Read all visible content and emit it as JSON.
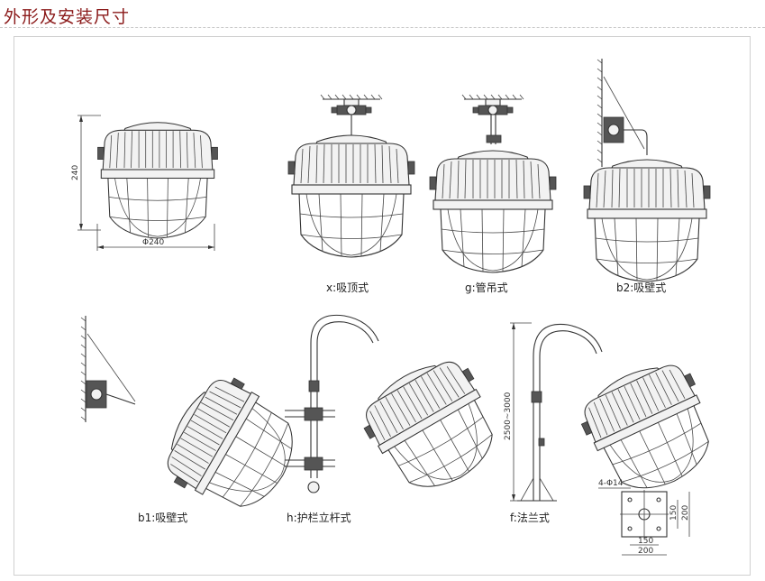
{
  "title": "外形及安装尺寸",
  "dimensions": {
    "height_label": "240",
    "diameter_label": "Φ240",
    "pole_height_label": "2500~3000",
    "flange_hole_label": "4-Φ14",
    "flange_inner_label": "150",
    "flange_outer_label": "200",
    "flange_inner_v_label": "150",
    "flange_outer_v_label": "200"
  },
  "captions": {
    "x": "x:吸顶式",
    "g": "g:管吊式",
    "b2": "b2:吸壁式",
    "b1": "b1:吸壁式",
    "h": "h:护栏立杆式",
    "f": "f:法兰式"
  }
}
